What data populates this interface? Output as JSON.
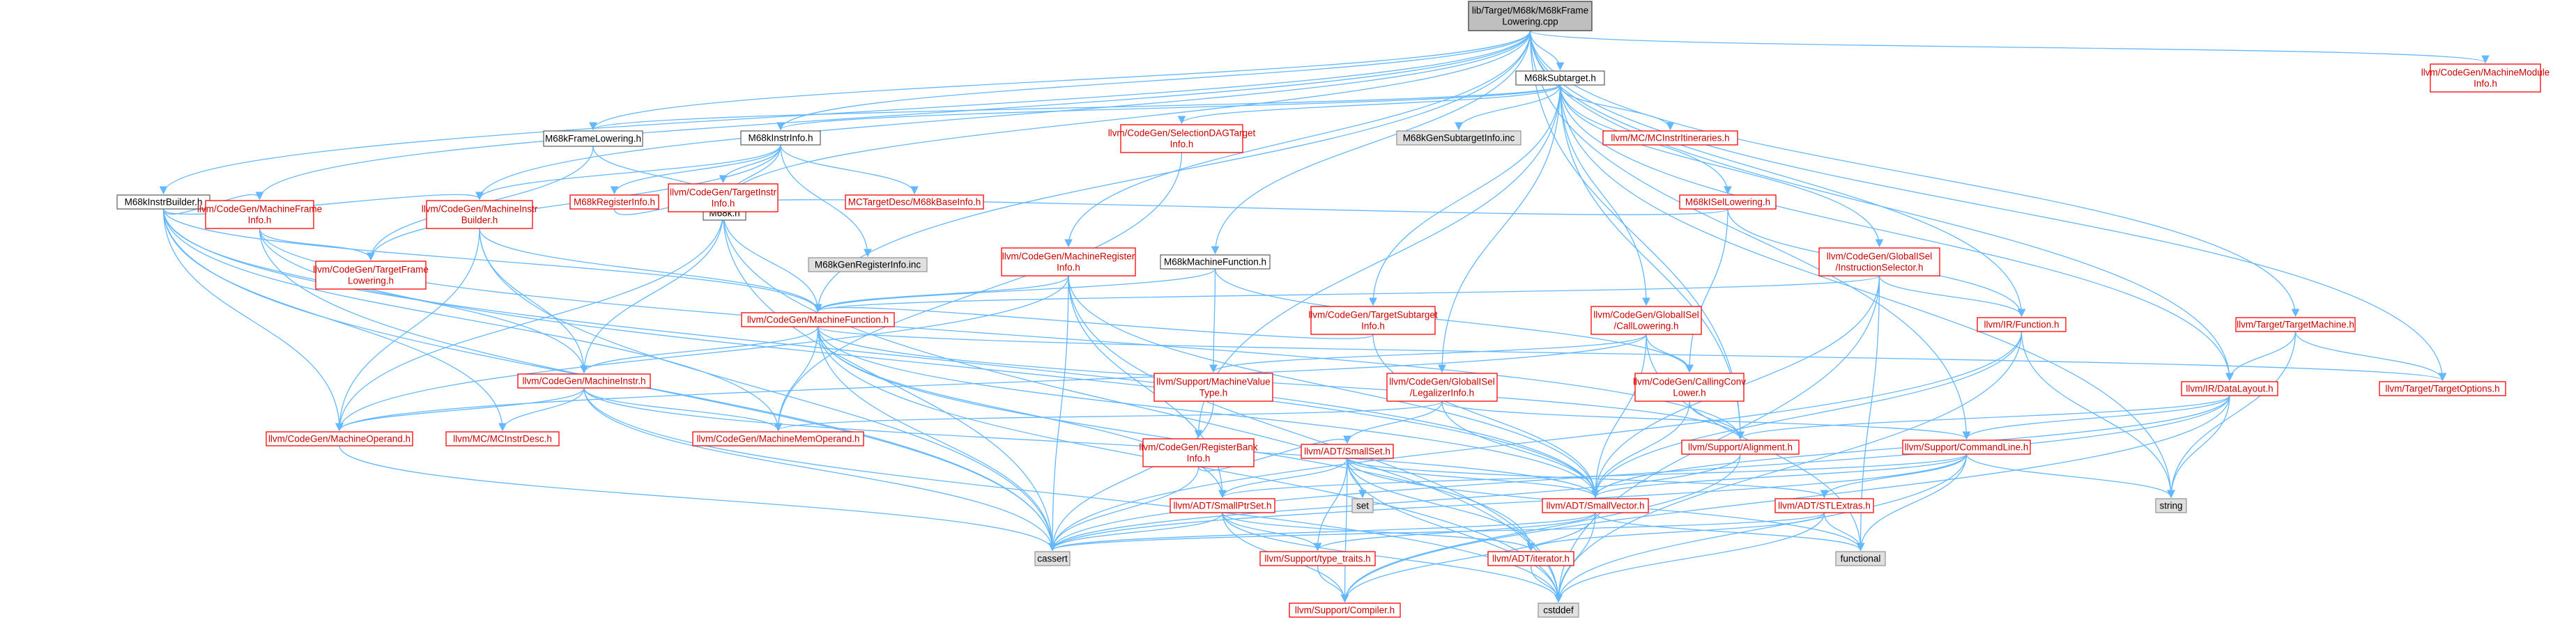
{
  "colors": {
    "root_fill": "#bfbfbf",
    "root_stroke": "#404040",
    "header_fill": "#ffffff",
    "header_stroke": "#666666",
    "link_fill": "#ffffff",
    "link_stroke": "#ff0000",
    "link_text": "#cc0000",
    "system_fill": "#e0e0e0",
    "system_stroke": "#999999",
    "edge": "#63b8ff",
    "text": "#000000"
  },
  "nodes": [
    {
      "id": "root",
      "lines": [
        "lib/Target/M68k/M68kFrame",
        "Lowering.cpp"
      ],
      "kind": "root"
    },
    {
      "id": "subtarget",
      "lines": [
        "M68kSubtarget.h"
      ],
      "kind": "header"
    },
    {
      "id": "instrbuilder",
      "lines": [
        "M68kInstrBuilder.h"
      ],
      "kind": "header"
    },
    {
      "id": "framelowering",
      "lines": [
        "M68kFrameLowering.h"
      ],
      "kind": "header"
    },
    {
      "id": "instrinfo",
      "lines": [
        "M68kInstrInfo.h"
      ],
      "kind": "header"
    },
    {
      "id": "machinefunction_h",
      "lines": [
        "M68kMachineFunction.h"
      ],
      "kind": "header"
    },
    {
      "id": "registerinfo",
      "lines": [
        "M68kRegisterInfo.h"
      ],
      "kind": "link"
    },
    {
      "id": "m68k_h",
      "lines": [
        "M68k.h"
      ],
      "kind": "header"
    },
    {
      "id": "iselowering",
      "lines": [
        "M68kISelLowering.h"
      ],
      "kind": "link"
    },
    {
      "id": "genregisterinfo",
      "lines": [
        "M68kGenRegisterInfo.inc"
      ],
      "kind": "system"
    },
    {
      "id": "gensubtargetinfo",
      "lines": [
        "M68kGenSubtargetInfo.inc"
      ],
      "kind": "system"
    },
    {
      "id": "mcinstritineraries",
      "lines": [
        "llvm/MC/MCInstrItineraries.h"
      ],
      "kind": "link"
    },
    {
      "id": "m68kbaseinfo",
      "lines": [
        "MCTargetDesc/M68kBaseInfo.h"
      ],
      "kind": "link"
    },
    {
      "id": "selectiondagtargetinfo",
      "lines": [
        "llvm/CodeGen/SelectionDAGTarget",
        "Info.h"
      ],
      "kind": "link"
    },
    {
      "id": "machinemoduleinfo",
      "lines": [
        "llvm/CodeGen/MachineModule",
        "Info.h"
      ],
      "kind": "link"
    },
    {
      "id": "machineframeinfo",
      "lines": [
        "llvm/CodeGen/MachineFrame",
        "Info.h"
      ],
      "kind": "link"
    },
    {
      "id": "targetframelowering",
      "lines": [
        "llvm/CodeGen/TargetFrame",
        "Lowering.h"
      ],
      "kind": "link"
    },
    {
      "id": "targetinstrinfo",
      "lines": [
        "llvm/CodeGen/TargetInstr",
        "Info.h"
      ],
      "kind": "link"
    },
    {
      "id": "machineinstrbuilder",
      "lines": [
        "llvm/CodeGen/MachineInstr",
        "Builder.h"
      ],
      "kind": "link"
    },
    {
      "id": "machineregisterinfo",
      "lines": [
        "llvm/CodeGen/MachineRegister",
        "Info.h"
      ],
      "kind": "link"
    },
    {
      "id": "machinefunction",
      "lines": [
        "llvm/CodeGen/MachineFunction.h"
      ],
      "kind": "link"
    },
    {
      "id": "machineinstr",
      "lines": [
        "llvm/CodeGen/MachineInstr.h"
      ],
      "kind": "link"
    },
    {
      "id": "machineoperand",
      "lines": [
        "llvm/CodeGen/MachineOperand.h"
      ],
      "kind": "link"
    },
    {
      "id": "mcinstrdesc",
      "lines": [
        "llvm/MC/MCInstrDesc.h"
      ],
      "kind": "link"
    },
    {
      "id": "machinememoperand",
      "lines": [
        "llvm/CodeGen/MachineMemOperand.h"
      ],
      "kind": "link"
    },
    {
      "id": "machinevaluetype",
      "lines": [
        "llvm/Support/MachineValue",
        "Type.h"
      ],
      "kind": "link"
    },
    {
      "id": "targetsubtargetinfo",
      "lines": [
        "llvm/CodeGen/TargetSubtarget",
        "Info.h"
      ],
      "kind": "link"
    },
    {
      "id": "calllowering",
      "lines": [
        "llvm/CodeGen/GlobalISel",
        "/CallLowering.h"
      ],
      "kind": "link"
    },
    {
      "id": "legalizerinfo",
      "lines": [
        "llvm/CodeGen/GlobalISel",
        "/LegalizerInfo.h"
      ],
      "kind": "link"
    },
    {
      "id": "callingconvlower",
      "lines": [
        "llvm/CodeGen/CallingConv",
        "Lower.h"
      ],
      "kind": "link"
    },
    {
      "id": "instructionselector",
      "lines": [
        "llvm/CodeGen/GlobalISel",
        "/InstructionSelector.h"
      ],
      "kind": "link"
    },
    {
      "id": "registerbankinfo",
      "lines": [
        "llvm/CodeGen/RegisterBank",
        "Info.h"
      ],
      "kind": "link"
    },
    {
      "id": "smallset",
      "lines": [
        "llvm/ADT/SmallSet.h"
      ],
      "kind": "link"
    },
    {
      "id": "smallptrset",
      "lines": [
        "llvm/ADT/SmallPtrSet.h"
      ],
      "kind": "link"
    },
    {
      "id": "smallvector",
      "lines": [
        "llvm/ADT/SmallVector.h"
      ],
      "kind": "link"
    },
    {
      "id": "set",
      "lines": [
        "set"
      ],
      "kind": "system"
    },
    {
      "id": "cassert",
      "lines": [
        "cassert"
      ],
      "kind": "system"
    },
    {
      "id": "typetraits",
      "lines": [
        "llvm/Support/type_traits.h"
      ],
      "kind": "link"
    },
    {
      "id": "compiler",
      "lines": [
        "llvm/Support/Compiler.h"
      ],
      "kind": "link"
    },
    {
      "id": "iterator",
      "lines": [
        "llvm/ADT/iterator.h"
      ],
      "kind": "link"
    },
    {
      "id": "cstddef",
      "lines": [
        "cstddef"
      ],
      "kind": "system"
    },
    {
      "id": "stlextras",
      "lines": [
        "llvm/ADT/STLExtras.h"
      ],
      "kind": "link"
    },
    {
      "id": "functional",
      "lines": [
        "functional"
      ],
      "kind": "system"
    },
    {
      "id": "alignment",
      "lines": [
        "llvm/Support/Alignment.h"
      ],
      "kind": "link"
    },
    {
      "id": "commandline",
      "lines": [
        "llvm/Support/CommandLine.h"
      ],
      "kind": "link"
    },
    {
      "id": "string",
      "lines": [
        "string"
      ],
      "kind": "system"
    },
    {
      "id": "irfunction",
      "lines": [
        "llvm/IR/Function.h"
      ],
      "kind": "link"
    },
    {
      "id": "datalayout",
      "lines": [
        "llvm/IR/DataLayout.h"
      ],
      "kind": "link"
    },
    {
      "id": "targetmachine",
      "lines": [
        "llvm/Target/TargetMachine.h"
      ],
      "kind": "link"
    },
    {
      "id": "targetoptions",
      "lines": [
        "llvm/Target/TargetOptions.h"
      ],
      "kind": "link"
    }
  ]
}
